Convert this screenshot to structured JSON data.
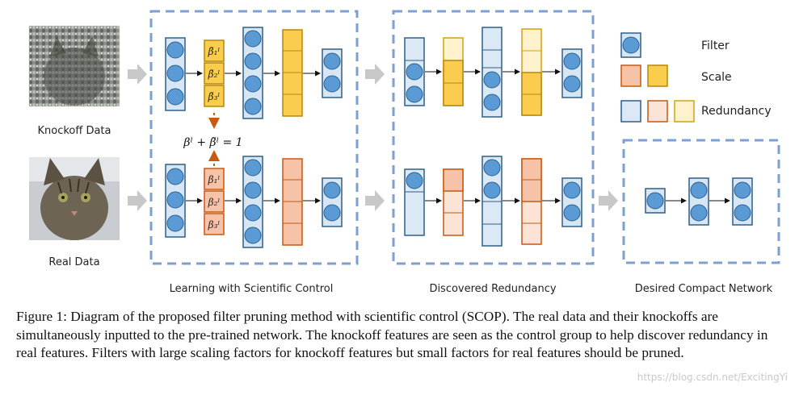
{
  "inputs": {
    "knockoff_label": "Knockoff Data",
    "real_label": "Real Data"
  },
  "panels": {
    "learning_label": "Learning with Scientific Control",
    "discovered_label": "Discovered Redundancy",
    "compact_label": "Desired Compact Network"
  },
  "equation": "βˡ + β̃ˡ = 1",
  "betas": {
    "knockoff": [
      "β̃₁ˡ",
      "β̃₂ˡ",
      "β̃₃ˡ"
    ],
    "real": [
      "β₁ˡ",
      "β₂ˡ",
      "β₃ˡ"
    ]
  },
  "legend": {
    "filter_label": "Filter",
    "scale_label": "Scale",
    "redundancy_label": "Redundancy"
  },
  "colors": {
    "filter_blue": "#5b9bd5",
    "filter_box": "#d6e6f5",
    "filter_border": "#2e5f8a",
    "knockoff_scale": "#fbcd4f",
    "real_scale": "#f6c2a8",
    "real_scale_border": "#c55a11",
    "redundancy_blue": "#dbe9f6",
    "redundancy_orange": "#fbe3d6",
    "redundancy_yellow": "#fff2cc",
    "dashed_border": "#7f9fd0"
  },
  "caption": "Figure 1: Diagram of the proposed filter pruning method with scientific control (SCOP). The real data and their knockoffs are simultaneously inputted to the pre-trained network. The knockoff features are seen as the control group to help discover redundancy in real features. Filters with large scaling factors for knockoff features but small factors for real features should be pruned.",
  "watermark": "https://blog.csdn.net/ExcitingYi"
}
